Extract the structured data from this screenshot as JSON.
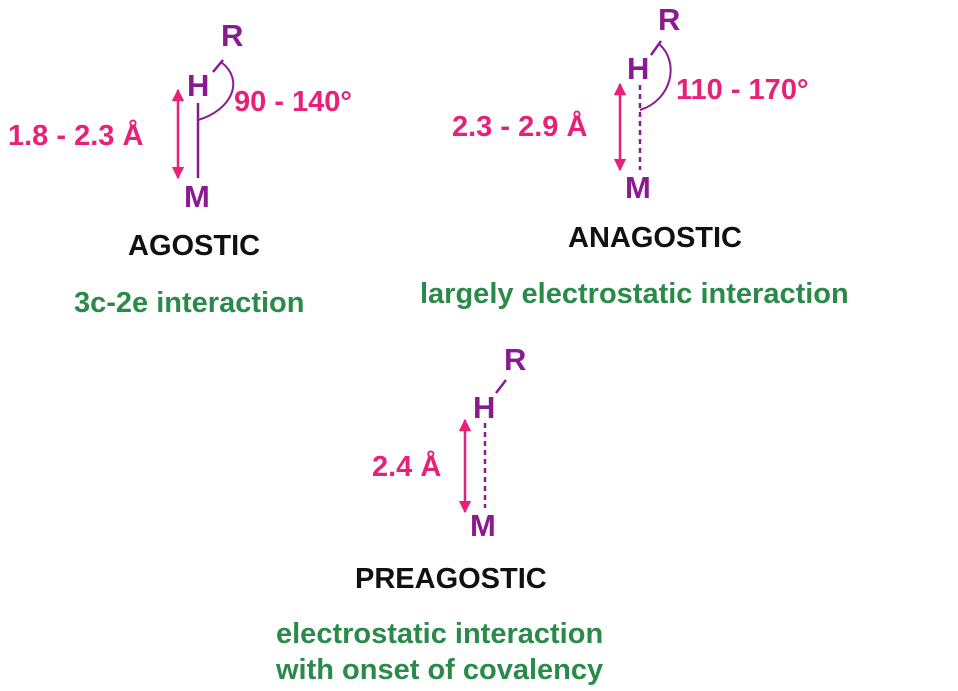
{
  "colors": {
    "atom": "#8a1a8f",
    "measurement": "#e8207a",
    "heading": "#111111",
    "description": "#2a8a4a"
  },
  "panels": [
    {
      "id": "agostic",
      "atoms": {
        "r": "R",
        "h": "H",
        "m": "M"
      },
      "hm_bond": "solid",
      "distance": "1.8 - 2.3 Å",
      "angle": "90 - 140°",
      "title": "AGOSTIC",
      "description": [
        "3c-2e interaction"
      ]
    },
    {
      "id": "anagostic",
      "atoms": {
        "r": "R",
        "h": "H",
        "m": "M"
      },
      "hm_bond": "dashed",
      "distance": "2.3 - 2.9 Å",
      "angle": "110 - 170°",
      "title": "ANAGOSTIC",
      "description": [
        "largely electrostatic interaction"
      ]
    },
    {
      "id": "preagostic",
      "atoms": {
        "r": "R",
        "h": "H",
        "m": "M"
      },
      "hm_bond": "dashed",
      "distance": "2.4 Å",
      "title": "PREAGOSTIC",
      "description": [
        "electrostatic interaction",
        "with onset of covalency"
      ]
    }
  ]
}
